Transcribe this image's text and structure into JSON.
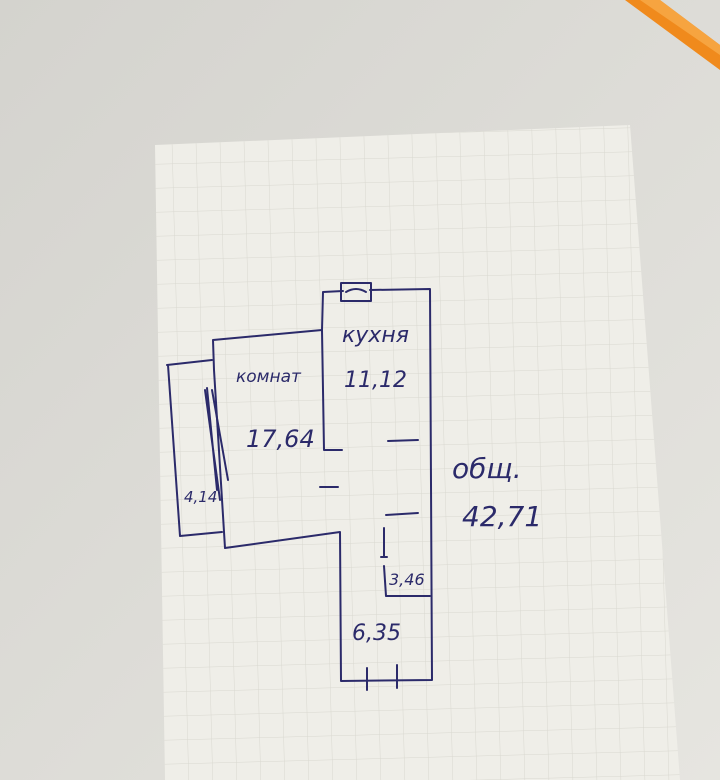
{
  "colors": {
    "ink": "#2b2a6a",
    "paper": "#efeee8",
    "background": "#dcdbd6",
    "pencil": "#f08a1c"
  },
  "plan": {
    "kitchen": {
      "label": "кухня",
      "area": "11,12"
    },
    "room": {
      "label": "комнат",
      "area": "17,64"
    },
    "balcony": {
      "area": "4,14"
    },
    "bathroom": {
      "area": "3,46"
    },
    "hallway": {
      "area": "6,35"
    },
    "total": {
      "label": "общ.",
      "area": "42,71"
    }
  }
}
